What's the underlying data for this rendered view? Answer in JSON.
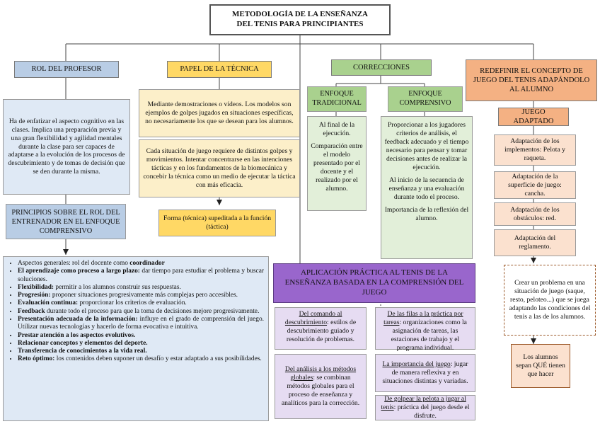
{
  "title": {
    "line1": "METODOLOGÍA DE LA ENSEÑANZA",
    "line2": "DEL TENIS PARA PRINCIPIANTES"
  },
  "rol": {
    "header": "ROL DEL PROFESOR",
    "text": "Ha de enfatizar el aspecto cognitivo en las clases. Implica una preparación previa y una gran flexibilidad y agilidad mentales durante la clase para ser capaces de adaptarse a la evolución de los procesos de descubrimiento y de tomas de decisión que se den durante la misma.",
    "principios_header": "PRINCIPIOS SOBRE EL ROL DEL ENTRENADOR EN EL ENFOQUE COMPRENSIVO",
    "principios": [
      {
        "bold": "",
        "text": "Aspectos generales: rol del docente como ",
        "bold_after": "coordinador"
      },
      {
        "bold": "El aprendizaje como proceso a largo plazo:",
        "text": " dar tiempo para estudiar el problema y buscar soluciones.",
        "bold_after": ""
      },
      {
        "bold": "Flexibilidad:",
        "text": " permitir a los alumnos construir sus respuestas.",
        "bold_after": ""
      },
      {
        "bold": "Progresión:",
        "text": " proponer situaciones progresivamente más complejas pero accesibles.",
        "bold_after": ""
      },
      {
        "bold": "Evaluación continua:",
        "text": " proporcionar los criterios de evaluación.",
        "bold_after": ""
      },
      {
        "bold": "Feedback",
        "text": " durante todo el proceso para que la toma de decisiones mejore progresivamente.",
        "bold_after": ""
      },
      {
        "bold": "Presentación adecuada de la información:",
        "text": " influye en el grado de comprensión del juego. Utilizar nuevas tecnologías y hacerlo de forma evocativa e intuitiva.",
        "bold_after": ""
      },
      {
        "bold": "Prestar atención a los aspectos evolutivos.",
        "text": "",
        "bold_after": ""
      },
      {
        "bold": "Relacionar conceptos y elementos del deporte.",
        "text": "",
        "bold_after": ""
      },
      {
        "bold": "Transferencia de conocimientos a la vida real.",
        "text": "",
        "bold_after": ""
      },
      {
        "bold": "Reto óptimo:",
        "text": " los contenidos deben suponer un desafío y estar adaptado a sus posibilidades.",
        "bold_after": ""
      }
    ]
  },
  "tecnica": {
    "header": "PAPEL DE LA TÉCNICA",
    "text1": "Mediante demostraciones o vídeos. Los modelos son ejemplos de golpes jugados en situaciones específicas, no necesariamente los que se desean para los alumnos.",
    "text2": "Cada situación de juego requiere de distintos golpes y movimientos. Intentar concentrarse en las intenciones tácticas y en los fundamentos de la biomecánica y concebir la técnica como un medio de ejecutar la táctica con más eficacia.",
    "text3": "Forma (técnica) supeditada a la función (táctica)"
  },
  "correcciones": {
    "header": "CORRECCIONES",
    "tradicional_header": "ENFOQUE TRADICIONAL",
    "tradicional": [
      "Al final de la ejecución.",
      "Comparación entre el modelo presentado por el docente y el realizado por el alumno."
    ],
    "comprensivo_header": "ENFOQUE COMPRENSIVO",
    "comprensivo": [
      "Proporcionar a los jugadores criterios de análisis, el feedback adecuado y el tiempo necesario para pensar y tomar decisiones antes de realizar la ejecución.",
      "Al inicio de la secuencia de enseñanza y una evaluación durante todo el proceso.",
      "Importancia de la reflexión del alumno."
    ]
  },
  "redefinir": {
    "header": "REDEFINIR EL CONCEPTO DE JUEGO DEL TENIS ADAPÁNDOLO AL ALUMNO",
    "juego_header": "JUEGO ADAPTADO",
    "items": [
      "Adaptación de los implementos: Pelota y raqueta.",
      "Adaptación de la superficie de juego: cancha.",
      "Adaptación de los obstáculos: red.",
      "Adaptación del reglamento."
    ],
    "problema": "Crear un problema en una situación de juego (saque, resto, peloteo...) que se juega adaptando las condiciones del tenis a las de los alumnos.",
    "saber": "Los alumnos sepan QUÉ tienen que hacer"
  },
  "aplicacion": {
    "header": "APLICACIÓN PRÁCTICA AL TENIS DE LA ENSEÑANZA BASADA EN LA COMPRENSIÓN DEL JUEGO",
    "items": [
      {
        "u": "Del comando al descubrimiento",
        "rest": ": estilos de descubrimiento guiado y resolución de problemas."
      },
      {
        "u": "De las filas a la práctica por tareas",
        "rest": ": organizaciones como la asignación de tareas, las estaciones de trabajo y el programa individual."
      },
      {
        "u": "Del análisis a los métodos globales",
        "rest": ": se combinan métodos globales para el proceso de enseñanza y analíticos para la corrección."
      },
      {
        "u": "La importancia del juego",
        "rest": ": jugar de manera reflexiva y en situaciones distintas y variadas."
      },
      {
        "u": "De golpear la pelota a jugar al tenis",
        "rest": ": práctica del juego desde el disfrute."
      }
    ]
  },
  "colors": {
    "blue": "#b9cde5",
    "yellow": "#ffd865",
    "green": "#a9d18e",
    "orange": "#f4b183",
    "purple": "#9966cc"
  }
}
